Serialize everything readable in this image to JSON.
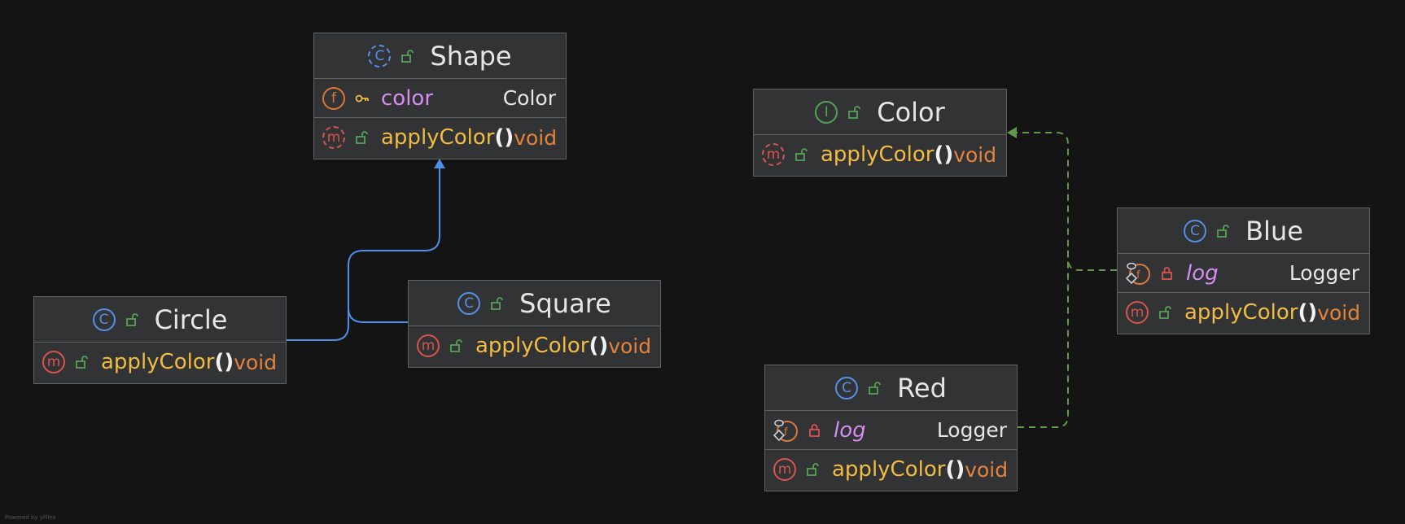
{
  "classes": {
    "shape": {
      "name": "Shape",
      "field": {
        "name": "color",
        "type": "Color"
      },
      "method": {
        "name": "applyColor",
        "parens": "()",
        "ret": "void"
      }
    },
    "color": {
      "name": "Color",
      "method": {
        "name": "applyColor",
        "parens": "()",
        "ret": "void"
      }
    },
    "circle": {
      "name": "Circle",
      "method": {
        "name": "applyColor",
        "parens": "()",
        "ret": "void"
      }
    },
    "square": {
      "name": "Square",
      "method": {
        "name": "applyColor",
        "parens": "()",
        "ret": "void"
      }
    },
    "blue": {
      "name": "Blue",
      "field": {
        "name": "log",
        "type": "Logger"
      },
      "method": {
        "name": "applyColor",
        "parens": "()",
        "ret": "void"
      }
    },
    "red": {
      "name": "Red",
      "field": {
        "name": "log",
        "type": "Logger"
      },
      "method": {
        "name": "applyColor",
        "parens": "()",
        "ret": "void"
      }
    }
  },
  "icons": {
    "class": {
      "glyph": "C",
      "color": "#5a8fe6"
    },
    "interface": {
      "glyph": "I",
      "color": "#55a055"
    },
    "method": {
      "glyph": "m",
      "color": "#d9534f"
    },
    "field": {
      "glyph": "f",
      "color": "#d9773e"
    }
  },
  "edges": {
    "inheritance_color": "#4c8ee8",
    "realization_color": "#5f9a4c"
  },
  "footer": "Powered by yFiles"
}
